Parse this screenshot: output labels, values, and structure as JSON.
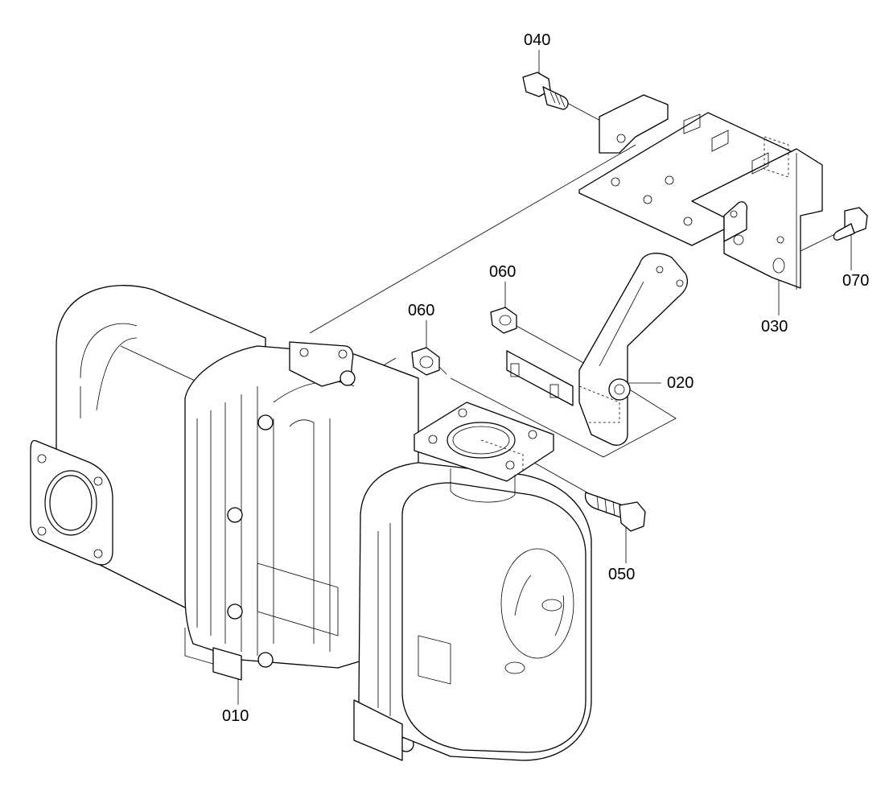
{
  "parts": [
    {
      "key": "p010",
      "label": "010",
      "name": "exhaust-aftertreatment-unit"
    },
    {
      "key": "p020",
      "label": "020",
      "name": "support-stay"
    },
    {
      "key": "p030",
      "label": "030",
      "name": "mounting-bracket"
    },
    {
      "key": "p040",
      "label": "040",
      "name": "flange-bolt"
    },
    {
      "key": "p050",
      "label": "050",
      "name": "flange-bolt"
    },
    {
      "key": "p060a",
      "label": "060",
      "name": "flange-nut"
    },
    {
      "key": "p060b",
      "label": "060",
      "name": "flange-nut"
    },
    {
      "key": "p070",
      "label": "070",
      "name": "flange-bolt"
    }
  ]
}
